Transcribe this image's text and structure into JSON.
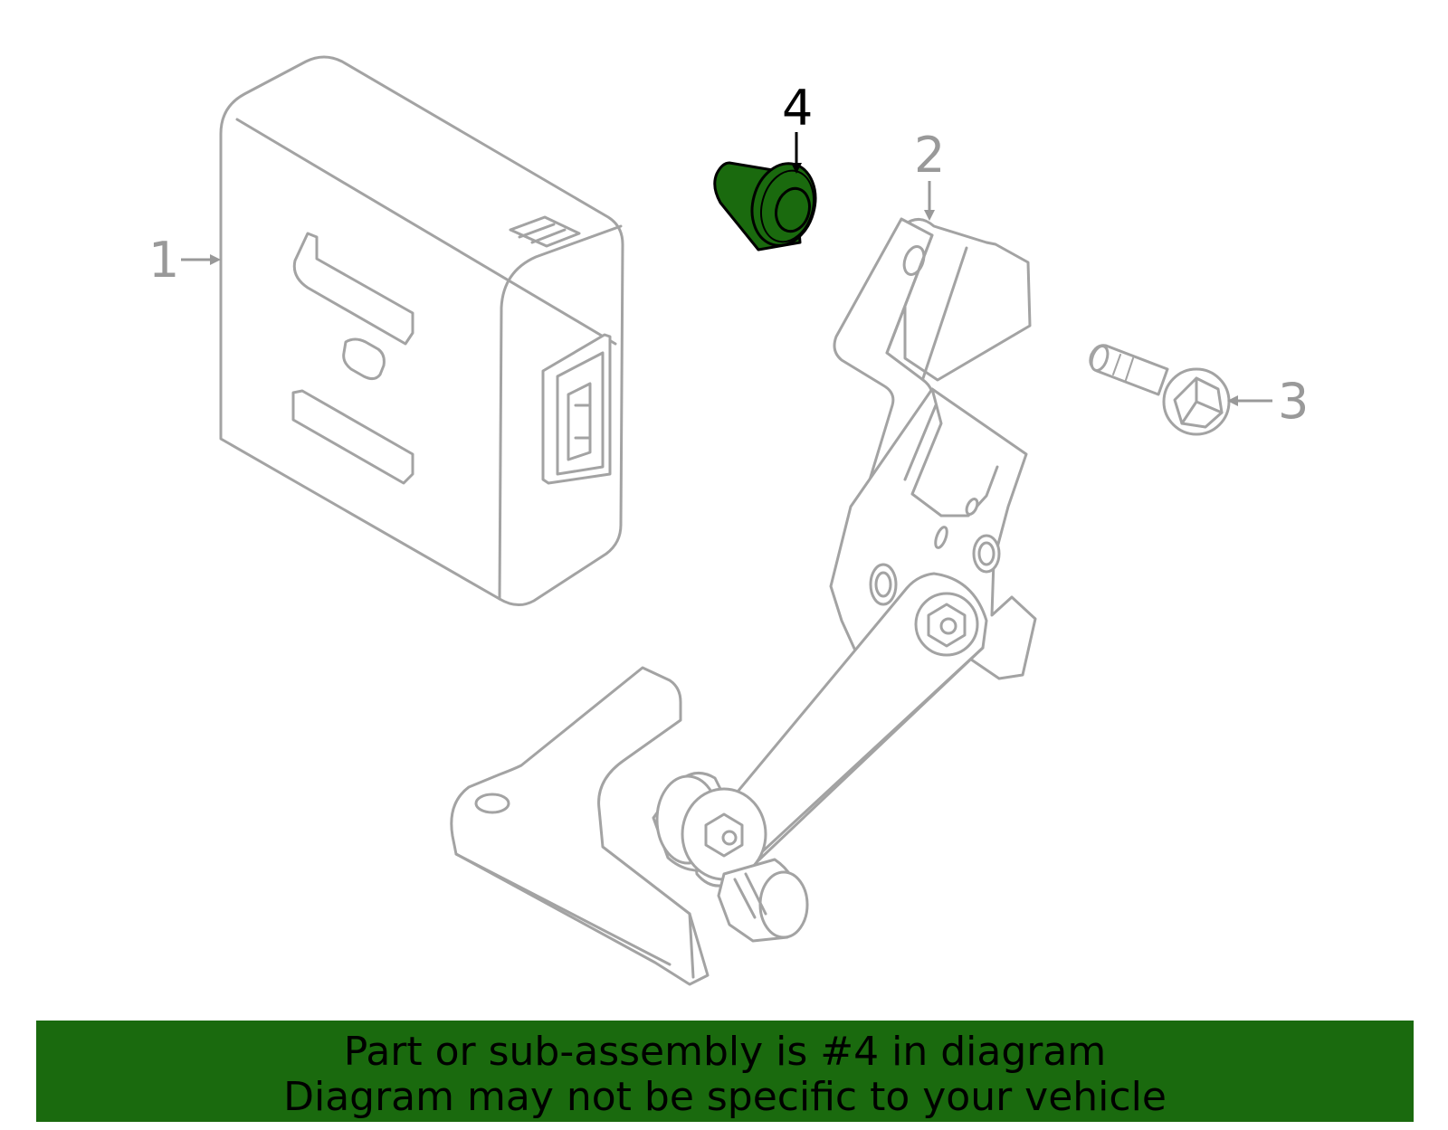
{
  "diagram": {
    "callouts": [
      {
        "id": "1",
        "label": "1"
      },
      {
        "id": "2",
        "label": "2"
      },
      {
        "id": "3",
        "label": "3"
      },
      {
        "id": "4",
        "label": "4",
        "highlighted": true
      }
    ],
    "highlight_color": "#1a6a0e",
    "line_color": "#a3a3a3"
  },
  "banner": {
    "line1": "Part or sub-assembly is #4 in diagram",
    "line2": "Diagram may not be specific to your vehicle",
    "background": "#1a6a0e"
  }
}
